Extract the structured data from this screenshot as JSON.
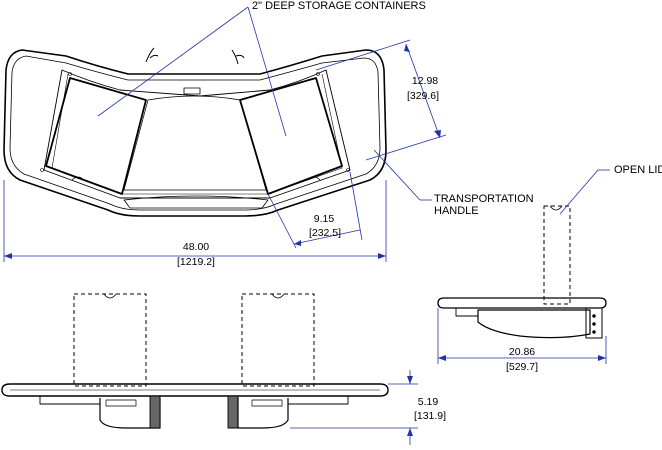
{
  "callouts": {
    "storage": "2\" DEEP STORAGE CONTAINERS",
    "handle_line1": "TRANSPORTATION",
    "handle_line2": "HANDLE",
    "open_lid": "OPEN LID"
  },
  "dimensions": {
    "height_in": "12.98",
    "height_mm": "[329.6]",
    "handle_in": "9.15",
    "handle_mm": "[232.5]",
    "width_in": "48.00",
    "width_mm": "[1219.2]",
    "depth_in": "20.86",
    "depth_mm": "[529.7]",
    "side_in": "5.19",
    "side_mm": "[131.9]"
  }
}
